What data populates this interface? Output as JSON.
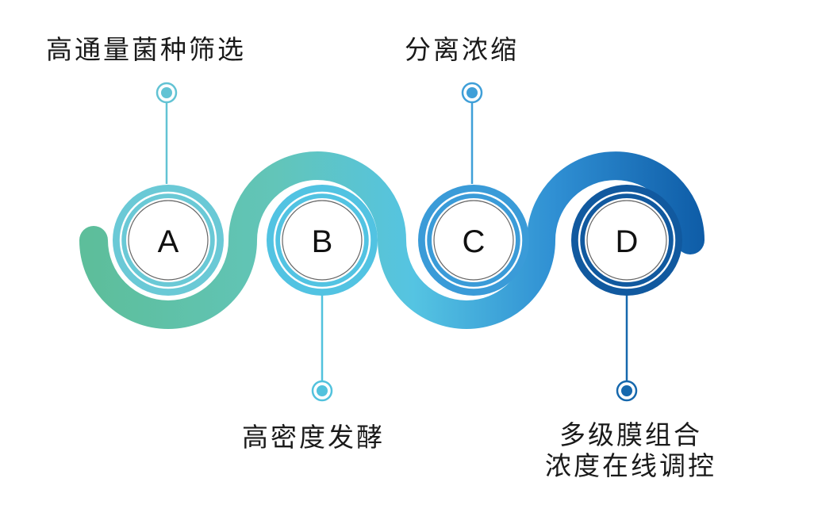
{
  "steps": [
    {
      "letter": "A",
      "label": "高通量菌种筛选",
      "color": "#62c3d4"
    },
    {
      "letter": "B",
      "label": "高密度发酵",
      "color": "#52c2dd"
    },
    {
      "letter": "C",
      "label": "分离浓缩",
      "color": "#3f9fd8"
    },
    {
      "letter": "D",
      "label_line1": "多级膜组合",
      "label_line2": "浓度在线调控",
      "color": "#1668ad"
    }
  ],
  "palette": {
    "teal": "#5fbf9e",
    "cyan": "#55c6e0",
    "blue": "#3096d6",
    "navy": "#0f5ea7"
  }
}
